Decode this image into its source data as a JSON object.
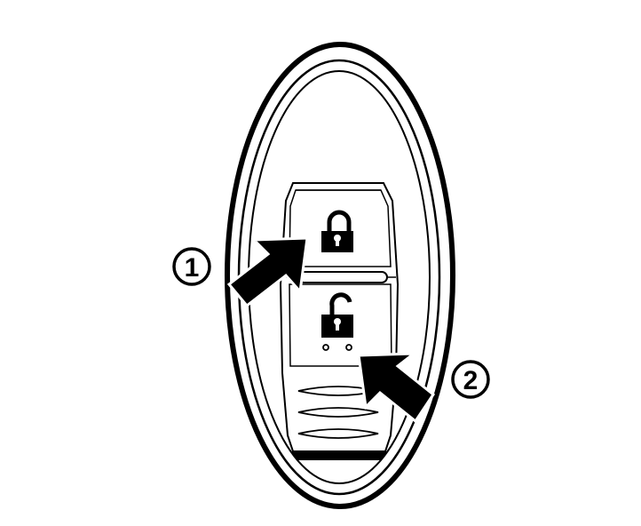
{
  "diagram": {
    "callouts": [
      {
        "number": "1",
        "button": "lock",
        "icon": "locked-padlock-icon"
      },
      {
        "number": "2",
        "button": "unlock",
        "icon": "unlocked-padlock-icon"
      }
    ],
    "colors": {
      "ink": "#000000",
      "paper": "#ffffff"
    }
  }
}
